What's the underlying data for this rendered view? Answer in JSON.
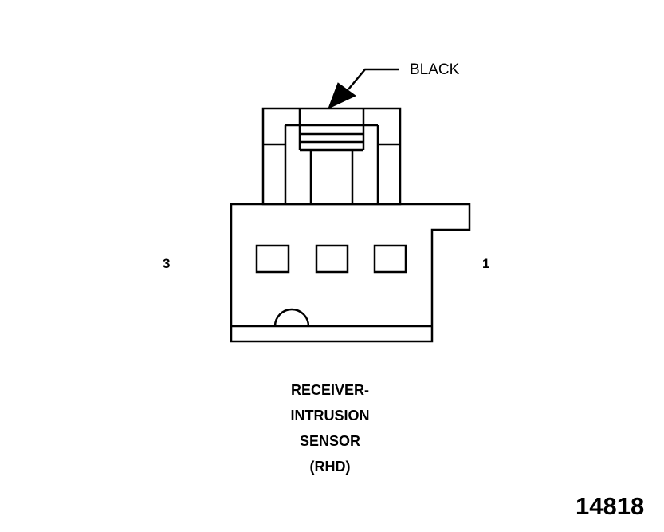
{
  "connector": {
    "color_label": "BLACK",
    "pin_left": "3",
    "pin_right": "1",
    "name_lines": [
      "RECEIVER-",
      "INTRUSION",
      "SENSOR",
      "(RHD)"
    ]
  },
  "figure_id": "14818",
  "colors": {
    "line": "#000000",
    "background": "#ffffff"
  }
}
